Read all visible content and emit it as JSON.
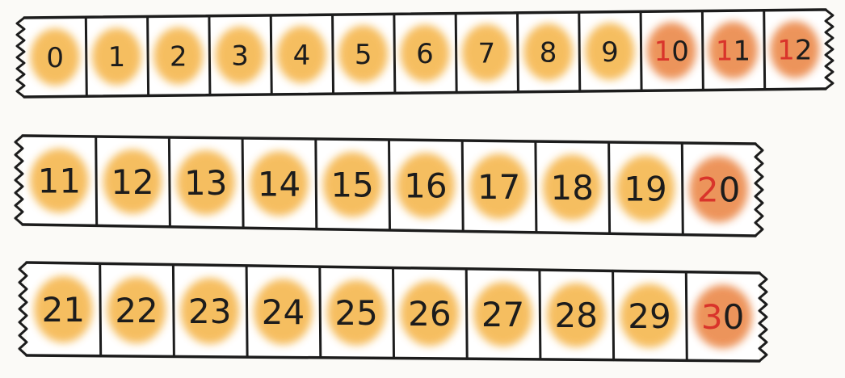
{
  "strips": [
    {
      "id": "strip-1",
      "cells": [
        {
          "label": "0",
          "highlight": "orange"
        },
        {
          "label": "1",
          "highlight": "orange"
        },
        {
          "label": "2",
          "highlight": "orange"
        },
        {
          "label": "3",
          "highlight": "orange"
        },
        {
          "label": "4",
          "highlight": "orange"
        },
        {
          "label": "5",
          "highlight": "orange"
        },
        {
          "label": "6",
          "highlight": "orange"
        },
        {
          "label": "7",
          "highlight": "orange"
        },
        {
          "label": "8",
          "highlight": "orange"
        },
        {
          "label": "9",
          "highlight": "orange"
        },
        {
          "label": "10",
          "highlight": "red"
        },
        {
          "label": "11",
          "highlight": "red"
        },
        {
          "label": "12",
          "highlight": "red"
        }
      ]
    },
    {
      "id": "strip-2",
      "cells": [
        {
          "label": "11",
          "highlight": "orange"
        },
        {
          "label": "12",
          "highlight": "orange"
        },
        {
          "label": "13",
          "highlight": "orange"
        },
        {
          "label": "14",
          "highlight": "orange"
        },
        {
          "label": "15",
          "highlight": "orange"
        },
        {
          "label": "16",
          "highlight": "orange"
        },
        {
          "label": "17",
          "highlight": "orange"
        },
        {
          "label": "18",
          "highlight": "orange"
        },
        {
          "label": "19",
          "highlight": "orange"
        },
        {
          "label": "20",
          "highlight": "red"
        }
      ]
    },
    {
      "id": "strip-3",
      "cells": [
        {
          "label": "21",
          "highlight": "orange"
        },
        {
          "label": "22",
          "highlight": "orange"
        },
        {
          "label": "23",
          "highlight": "orange"
        },
        {
          "label": "24",
          "highlight": "orange"
        },
        {
          "label": "25",
          "highlight": "orange"
        },
        {
          "label": "26",
          "highlight": "orange"
        },
        {
          "label": "27",
          "highlight": "orange"
        },
        {
          "label": "28",
          "highlight": "orange"
        },
        {
          "label": "29",
          "highlight": "orange"
        },
        {
          "label": "30",
          "highlight": "red"
        }
      ]
    }
  ],
  "colors": {
    "orange_highlight": "#f5b750",
    "red_highlight": "#ec8f52",
    "tens_digit": "#d9342b",
    "ink": "#1c1c1c",
    "cell_fill": "#ffffff"
  }
}
